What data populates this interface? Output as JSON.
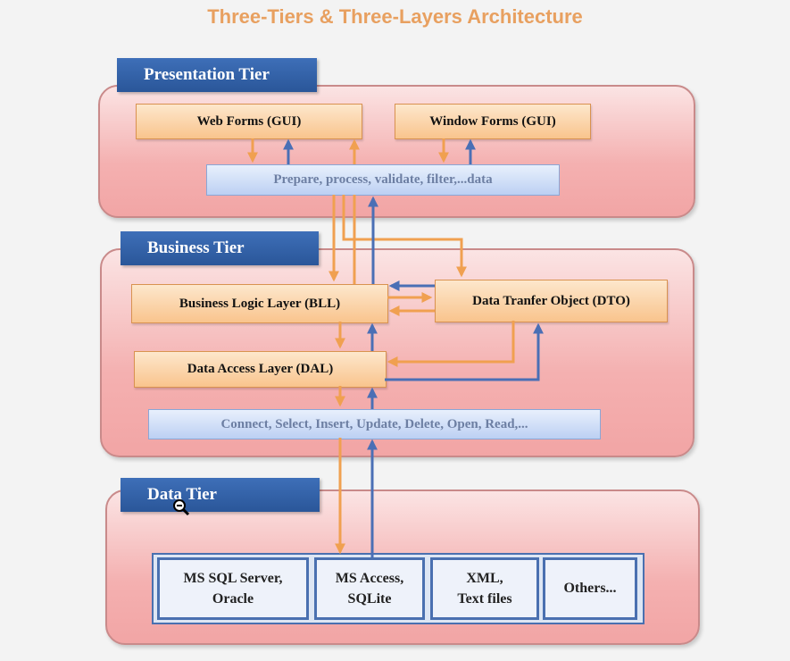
{
  "title": "Three-Tiers & Three-Layers Architecture",
  "presentation": {
    "label": "Presentation Tier",
    "web_forms": "Web Forms (GUI)",
    "window_forms": "Window Forms (GUI)",
    "process_bar": "Prepare, process, validate, filter,...data"
  },
  "business": {
    "label": "Business Tier",
    "bll": "Business Logic Layer (BLL)",
    "dto": "Data Tranfer Object (DTO)",
    "dal": "Data Access Layer (DAL)",
    "ops_bar": "Connect, Select, Insert, Update, Delete, Open, Read,..."
  },
  "data": {
    "label": "Data Tier",
    "stores": [
      {
        "line1": "MS SQL Server,",
        "line2": "Oracle"
      },
      {
        "line1": "MS Access,",
        "line2": "SQLite"
      },
      {
        "line1": "XML,",
        "line2": "Text files"
      },
      {
        "line1": "Others...",
        "line2": ""
      }
    ]
  },
  "colors": {
    "down_arrow": "#f0a050",
    "up_arrow": "#4a6fb5",
    "title": "#e8a060",
    "tier_label": "#2f5fa8"
  },
  "icons": [
    "zoom-out-cursor-icon"
  ]
}
